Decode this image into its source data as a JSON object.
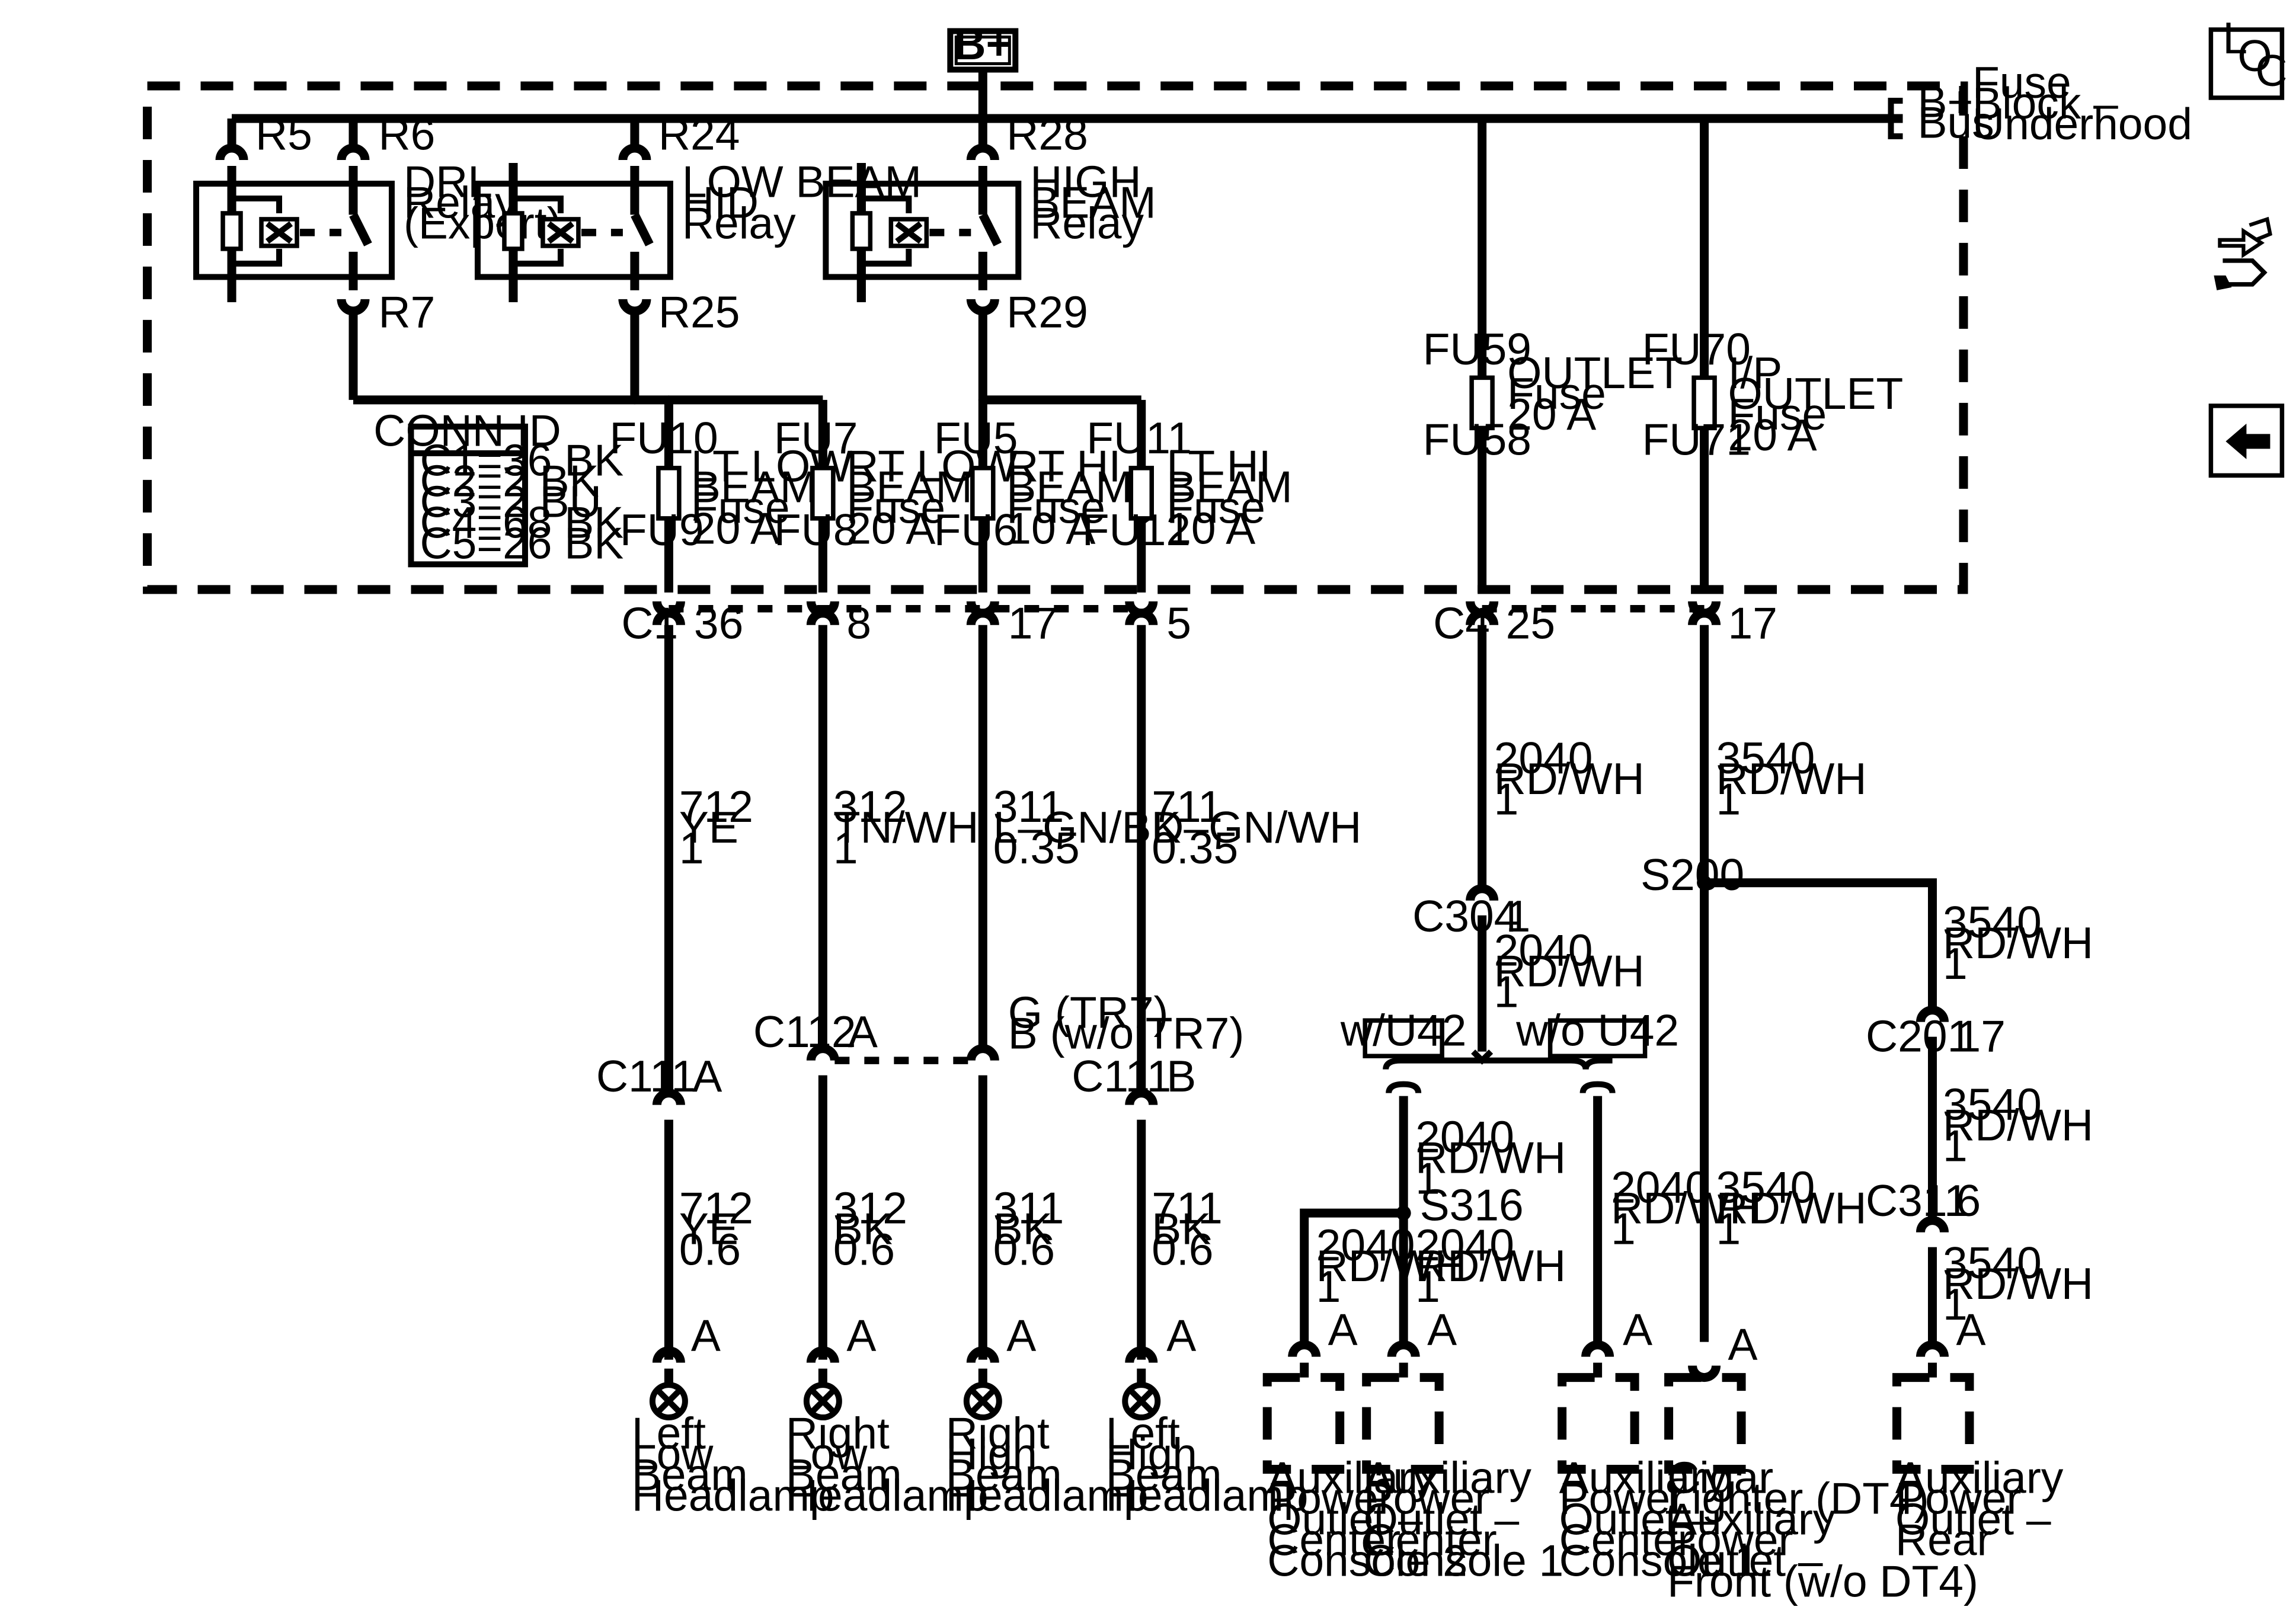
{
  "b_plus": "B+",
  "fuse_block": [
    "Fuse",
    "Block –",
    "Underhood"
  ],
  "bus": [
    "B+",
    "Bus"
  ],
  "relays": {
    "drl": {
      "pins": [
        "R5",
        "R6",
        "R7"
      ],
      "label": [
        "DRL",
        "Relay",
        "(Export)"
      ]
    },
    "low": {
      "pins": [
        "R24",
        "R25"
      ],
      "label": [
        "LOW BEAM",
        "HID",
        "Relay"
      ]
    },
    "high": {
      "pins": [
        "R28",
        "R29"
      ],
      "label": [
        "HIGH",
        "BEAM",
        "Relay"
      ]
    }
  },
  "conn_id": {
    "title": "CONN ID",
    "rows": [
      "C1=36 BK",
      "C2=2 BK",
      "C3=2 BU",
      "C4=68 BK",
      "C5=26 BK"
    ]
  },
  "fuses": [
    {
      "top": "FU10",
      "bot": "FU9",
      "label": [
        "LT LOW",
        "BEAM",
        "Fuse",
        "20 A"
      ]
    },
    {
      "top": "FU7",
      "bot": "FU8",
      "label": [
        "RT LOW",
        "BEAM",
        "Fuse",
        "20 A"
      ]
    },
    {
      "top": "FU5",
      "bot": "FU6",
      "label": [
        "RT  HI",
        "BEAM",
        "Fuse",
        "10 A"
      ]
    },
    {
      "top": "FU11",
      "bot": "FU12",
      "label": [
        "LT HI",
        "BEAM",
        "Fuse",
        "10 A"
      ]
    },
    {
      "top": "FU59",
      "bot": "FU58",
      "label": [
        "OUTLET",
        "Fuse",
        "20 A"
      ]
    },
    {
      "top": "FU70",
      "bot": "FU71",
      "label": [
        "I/P",
        "OUTLET",
        "Fuse",
        "20 A"
      ]
    }
  ],
  "connectors": {
    "c1": {
      "name": "C1",
      "pins": [
        "36",
        "8",
        "17",
        "5"
      ]
    },
    "c4": {
      "name": "C4",
      "pins": [
        "25",
        "17"
      ]
    },
    "c304": {
      "name": "C304",
      "pin": "1"
    },
    "c111a": {
      "name": "C111",
      "pin": "A"
    },
    "c111b": {
      "name": "C111",
      "pin": "B"
    },
    "c112": {
      "name": "C112",
      "pin": "A",
      "pin_right": [
        "G (TR7)",
        "B (w/o TR7)"
      ]
    },
    "c201": {
      "name": "C201",
      "pin": "17"
    },
    "c311": {
      "name": "C311",
      "pin": "6"
    }
  },
  "wires": {
    "w712a": [
      "712",
      "YE",
      "1"
    ],
    "w312a": [
      "312",
      "TN/WH",
      "1"
    ],
    "w311a": [
      "311",
      "L–GN/BK",
      "0.35"
    ],
    "w711a": [
      "711",
      "D–GN/WH",
      "0.35"
    ],
    "w712b": [
      "712",
      "YE",
      "0.6"
    ],
    "w312b": [
      "312",
      "BK",
      "0.6"
    ],
    "w311b": [
      "311",
      "BK",
      "0.6"
    ],
    "w711b": [
      "711",
      "BK",
      "0.6"
    ],
    "w2040": [
      "2040",
      "RD/WH",
      "1"
    ],
    "w3540": [
      "3540",
      "RD/WH",
      "1"
    ]
  },
  "splices": {
    "s200": "S200",
    "s316": "S316"
  },
  "options": {
    "with": "w/U42",
    "without": "w/o U42"
  },
  "pin_a": "A",
  "lamps": [
    [
      "Left",
      "Low",
      "Beam",
      "Headlamp"
    ],
    [
      "Right",
      "Low",
      "Beam",
      "Headlamp"
    ],
    [
      "Right",
      "High",
      "Beam",
      "Headlamp"
    ],
    [
      "Left",
      "High",
      "Beam",
      "Headlamp"
    ]
  ],
  "outlets": [
    [
      "Auxiliary",
      "Power",
      "Outlet –",
      "Center",
      "Console 2"
    ],
    [
      "Auxiliary",
      "Power",
      "Outlet –",
      "Center",
      "Console 1"
    ],
    [
      "Auxiliary",
      "Power",
      "Outlet –",
      "Center",
      "Console 1"
    ],
    [
      "Cigar",
      "Lighter (DT4)",
      "Auxiliary",
      "Power",
      "Outlet –",
      "Front (w/o DT4)"
    ],
    [
      "Auxiliary",
      "Power",
      "Outlet –",
      "Rear"
    ]
  ],
  "nav_icons": [
    {
      "icon": "loc-icon",
      "text": [
        "L",
        "O",
        "C"
      ]
    },
    {
      "icon": "connector-wrench-icon"
    },
    {
      "icon": "back-arrow-icon"
    }
  ]
}
